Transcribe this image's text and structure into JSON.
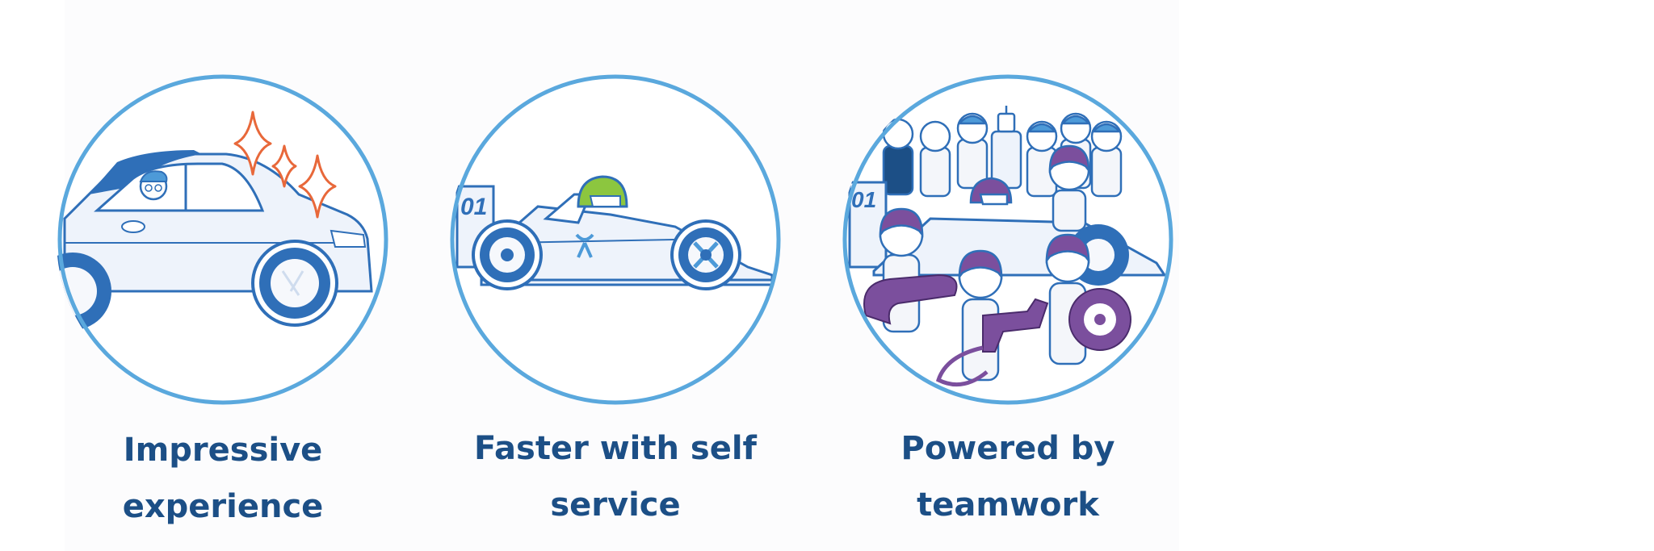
{
  "features": [
    {
      "illustration": "car-with-driver-and-sparkles",
      "caption_lines": [
        "Impressive",
        "experience"
      ]
    },
    {
      "illustration": "race-car-with-driver",
      "caption_lines": [
        "Faster with self",
        "service"
      ]
    },
    {
      "illustration": "pit-crew-team",
      "car_number": "01",
      "caption_lines": [
        "Powered by",
        "teamwork"
      ]
    }
  ],
  "race_car_number": "01",
  "colors": {
    "circle_border": "#5aa8dd",
    "caption_text": "#1c4f86",
    "car_blue": "#2f6fb8",
    "light_body": "#eef3fb",
    "sparkle_orange": "#e8683a",
    "helmet_green": "#8cc63f",
    "crew_purple": "#7b4f9d"
  }
}
